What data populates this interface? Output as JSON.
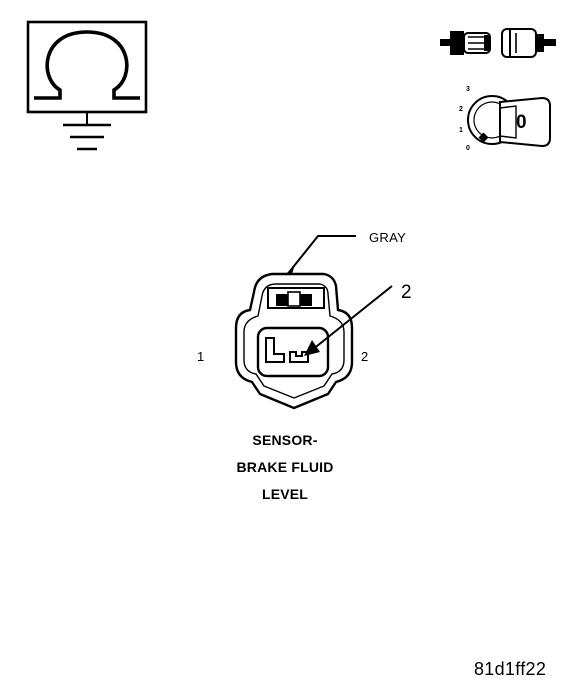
{
  "icons": {
    "ohmmeter": "ohmmeter-ground-symbol",
    "connector_state": "connector-disconnected-icon",
    "ignition_state": "ignition-key-off-icon"
  },
  "ignition": {
    "positions": [
      "3",
      "2",
      "1",
      "0"
    ],
    "key_label": "0"
  },
  "connector": {
    "wire_color": "GRAY",
    "callout": "2",
    "pin_left": "1",
    "pin_right": "2"
  },
  "component": {
    "name_lines": [
      "SENSOR-",
      "BRAKE FLUID",
      "LEVEL"
    ]
  },
  "figure": {
    "ref_code": "81d1ff22"
  }
}
